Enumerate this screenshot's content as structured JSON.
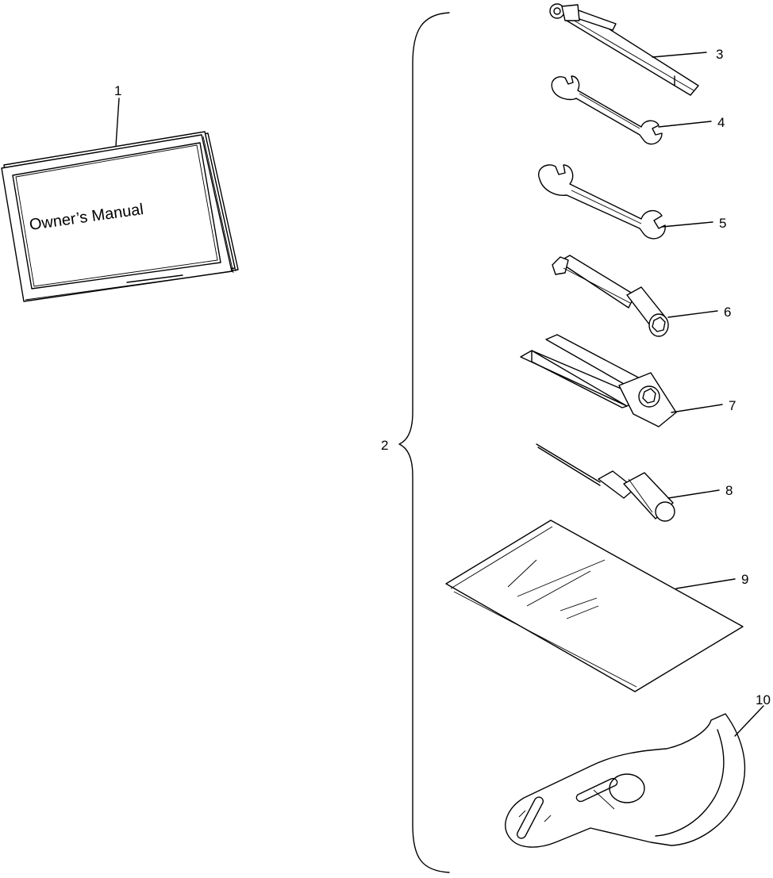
{
  "diagram": {
    "manual_cover_text": "Owner’s Manual",
    "callouts": [
      {
        "id": "1",
        "label": "1"
      },
      {
        "id": "2",
        "label": "2"
      },
      {
        "id": "3",
        "label": "3"
      },
      {
        "id": "4",
        "label": "4"
      },
      {
        "id": "5",
        "label": "5"
      },
      {
        "id": "6",
        "label": "6"
      },
      {
        "id": "7",
        "label": "7"
      },
      {
        "id": "8",
        "label": "8"
      },
      {
        "id": "9",
        "label": "9"
      },
      {
        "id": "10",
        "label": "10"
      }
    ]
  }
}
